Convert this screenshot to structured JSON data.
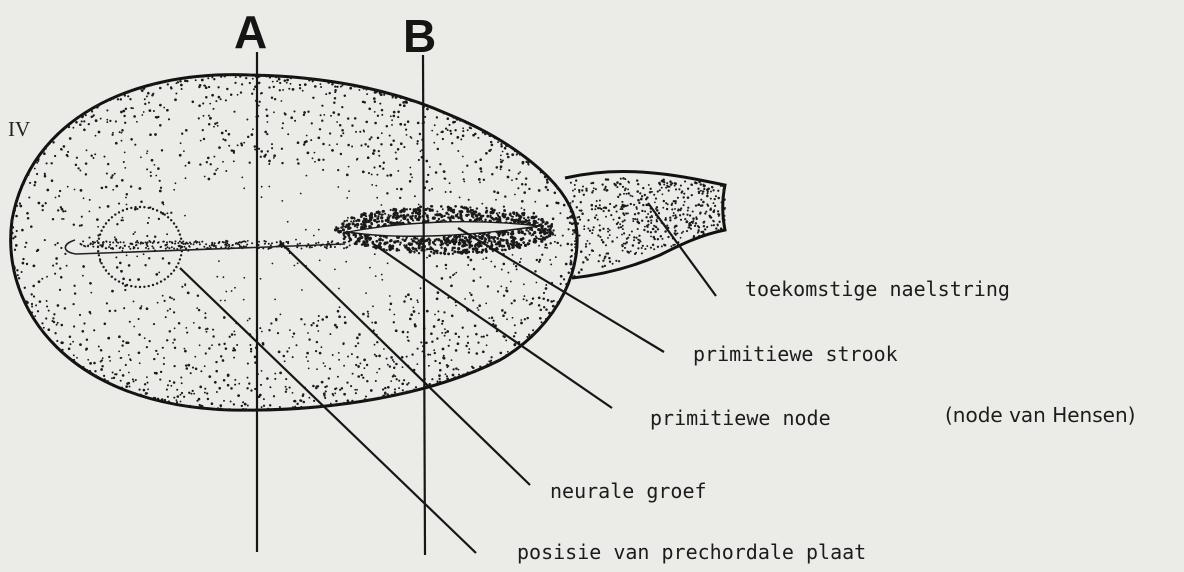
{
  "figure": {
    "panel_number": "IV",
    "section_label_a": "A",
    "section_label_b": "B"
  },
  "callouts": {
    "future_umbilical_cord": "toekomstige naelstring",
    "primitive_streak": "primitiewe strook",
    "primitive_node": "primitiewe node",
    "primitive_node_paren": "(node van Hensen)",
    "neural_groove": "neurale groef",
    "prechordal_plate_position": "posisie van prechordale plaat"
  }
}
